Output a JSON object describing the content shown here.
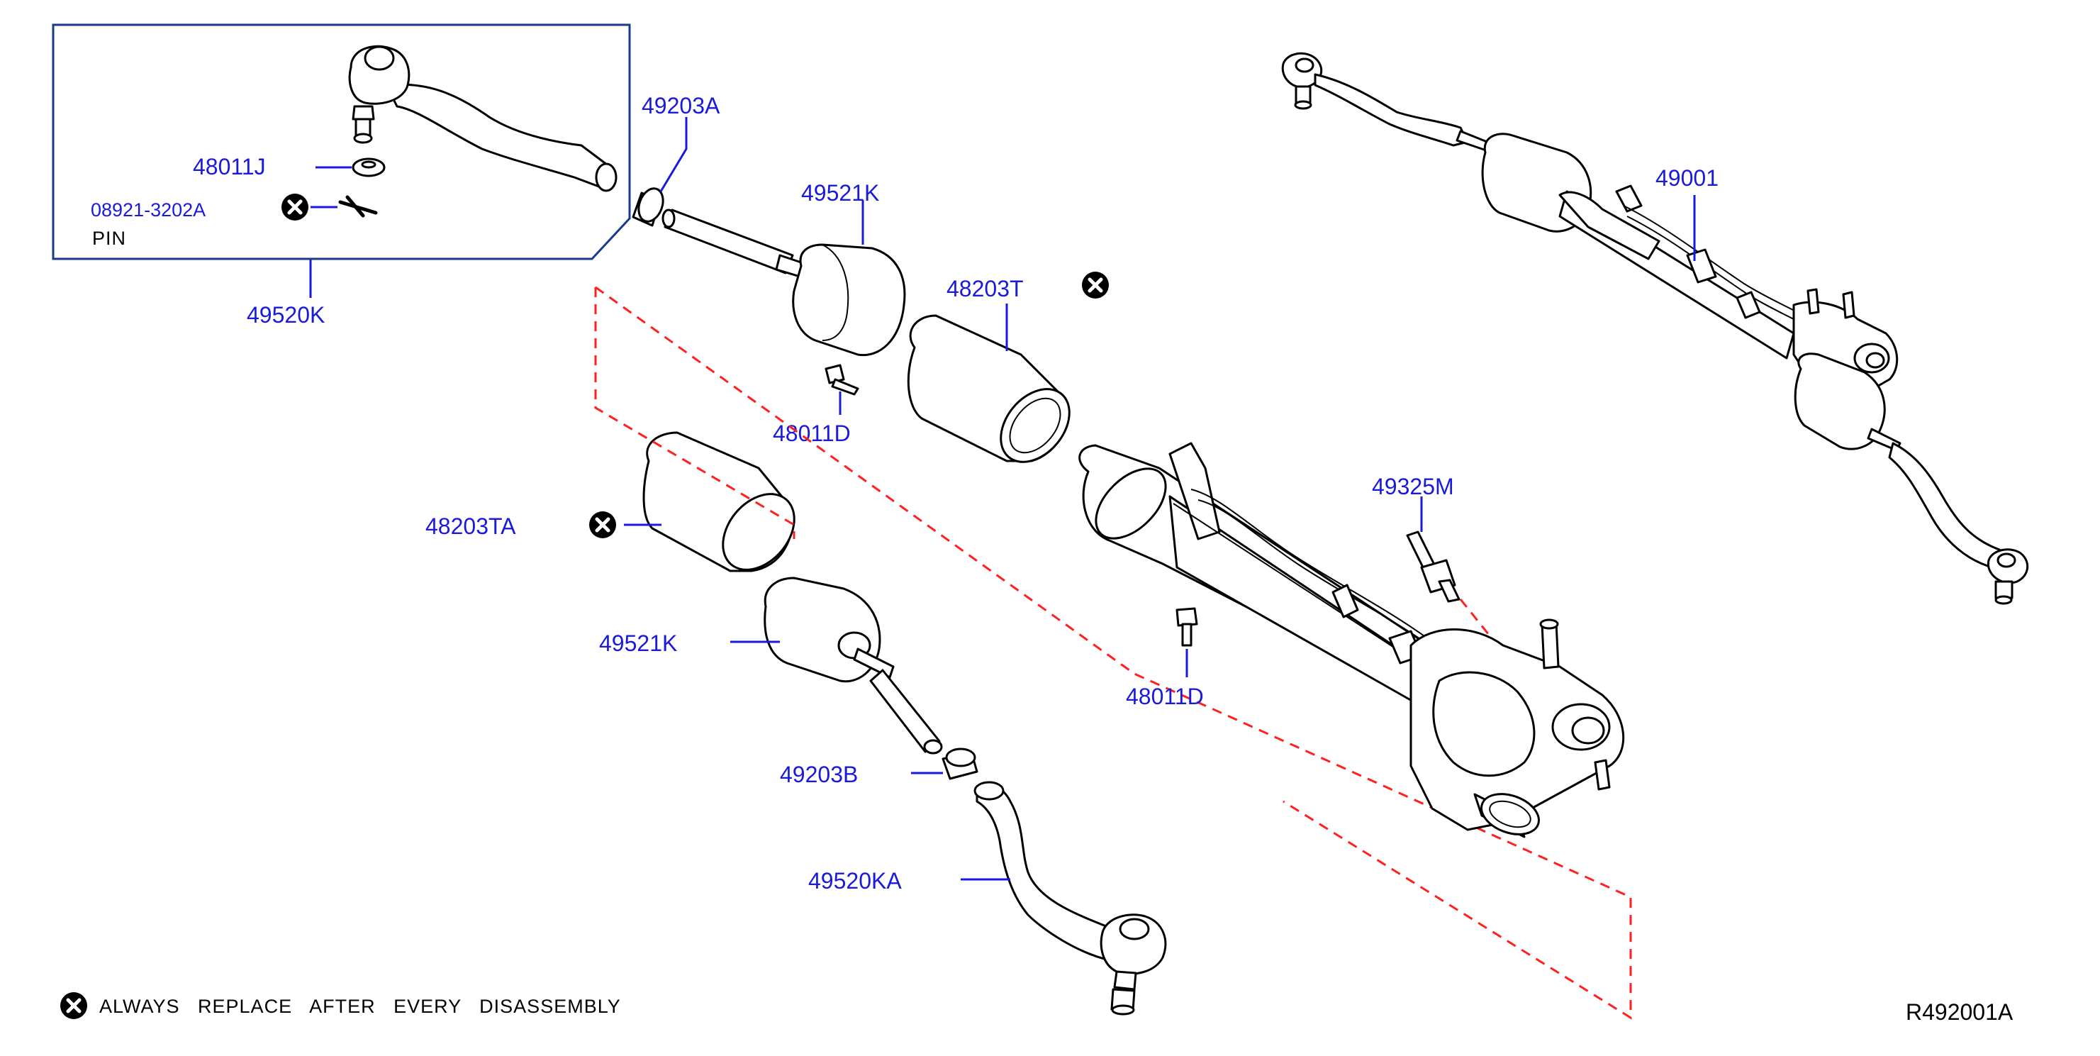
{
  "diagram": {
    "reference_code": "R492001A",
    "legend_text": "ALWAYS   REPLACE   AFTER   EVERY   DISASSEMBLY",
    "legend_icon": "replace-mark-icon",
    "colors": {
      "label": "#1a1adb",
      "outline": "#000000",
      "assembly_boundary": "#ff2020",
      "inset_frame": "#1a3a8c"
    },
    "inset_labels": {
      "washer": "48011J",
      "pin_code": "08921-3202A",
      "pin_name": "PIN",
      "assembly": "49520K"
    },
    "labels": {
      "boot_band_a": "49203A",
      "boot_upper": "49521K",
      "bushing_upper": "48203T",
      "bolt_upper": "48011D",
      "gear_assembly": "49001",
      "bushing_lower": "48203TA",
      "boot_lower": "49521K",
      "sensor": "49325M",
      "bolt_lower": "48011D",
      "boot_band_b": "49203B",
      "tie_rod_end_lower": "49520KA"
    }
  }
}
